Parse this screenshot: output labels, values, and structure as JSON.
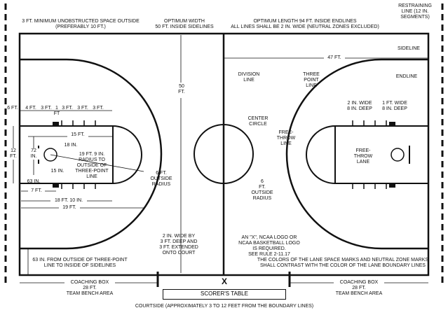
{
  "labels": {
    "unobstructed_space": "3 FT. MINIMUM UNOBSTRUCTED SPACE OUTSIDE\n(PREFERABLY 10 FT.)",
    "optimum_width": "OPTIMUM WIDTH\n50 FT. INSIDE SIDELINES",
    "optimum_length": "OPTIMUM LENGTH 94 FT. INSIDE ENDLINES\nALL LINES SHALL BE 2 IN. WIDE (NEUTRAL ZONES EXCLUDED)",
    "restraining_line": "RESTRAINING\nLINE (12 IN.\nSEGMENTS)",
    "sideline": "SIDELINE",
    "dim_47": "47 FT.",
    "endline": "ENDLINE",
    "division_line": "DIVISION\nLINE",
    "three_point_line": "THREE\nPOINT\nLINE",
    "width_50": "50 FT.",
    "two_in_wide": "2 IN. WIDE\n8 IN. DEEP",
    "one_ft_wide": "1 FT. WIDE\n8 IN. DEEP",
    "center_circle": "CENTER\nCIRCLE",
    "free_throw_line": "FREE-\nTHROW\nLINE",
    "free_throw_lane": "FREE-\nTHROW\nLANE",
    "six_ft_center": "6\nFT.\nOUTSIDE\nRADIUS",
    "six_ft_left": "6 FT.\nOUTSIDE\nRADIUS",
    "d_6ft": "6 FT.",
    "d_4ft": "4 FT.",
    "d_3ft": "3 FT.",
    "d_1ft": "1\nFT",
    "d_15ft": "15 FT.",
    "d_18in": "18 IN.",
    "d_72in": "72 IN.",
    "d_12ft": "12 FT.",
    "d_19ft9": "19 FT. 9 IN.\nRADIUS TO\nOUTSIDE OF\nTHREE-POINT\nLINE",
    "d_15in": "15 IN.",
    "d_63in": "63 IN.",
    "d_7ft": "7 FT.",
    "d_18ft10": "18 FT. 10 IN.",
    "d_19ft": "19 FT.",
    "two_in_wide_by": "2 IN. WIDE BY\n3 FT. DEEP AND\n3 FT. EXTENDED\nONTO COURT",
    "ncaa_logo": "AN \"X\", NCAA LOGO OR\nNCAA BASKETBALL LOGO\nIS REQUIRED.\nSEE RULE 2-11.17",
    "sixty_three_in": "63 IN. FROM OUTSIDE OF THREE-POINT\nLINE TO INSIDE OF SIDELINES",
    "lane_colors": "THE COLORS OF THE LANE SPACE MARKS AND NEUTRAL ZONE MARKS\nSHALL CONTRAST WITH THE COLOR OF THE LANE BOUNDARY LINES",
    "coaching_box_left": "COACHING BOX\n28 FT.\nTEAM BENCH AREA",
    "coaching_box_right": "COACHING BOX\n28 FT.\nTEAM BENCH AREA",
    "x_mark": "X",
    "scorers_table": "SCORER'S TABLE",
    "courtside": "COURTSIDE (APPROXIMATELY 3 TO 12 FEET FROM THE BOUNDARY LINES)"
  },
  "colors": {
    "line": "#111111",
    "background": "#ffffff"
  }
}
